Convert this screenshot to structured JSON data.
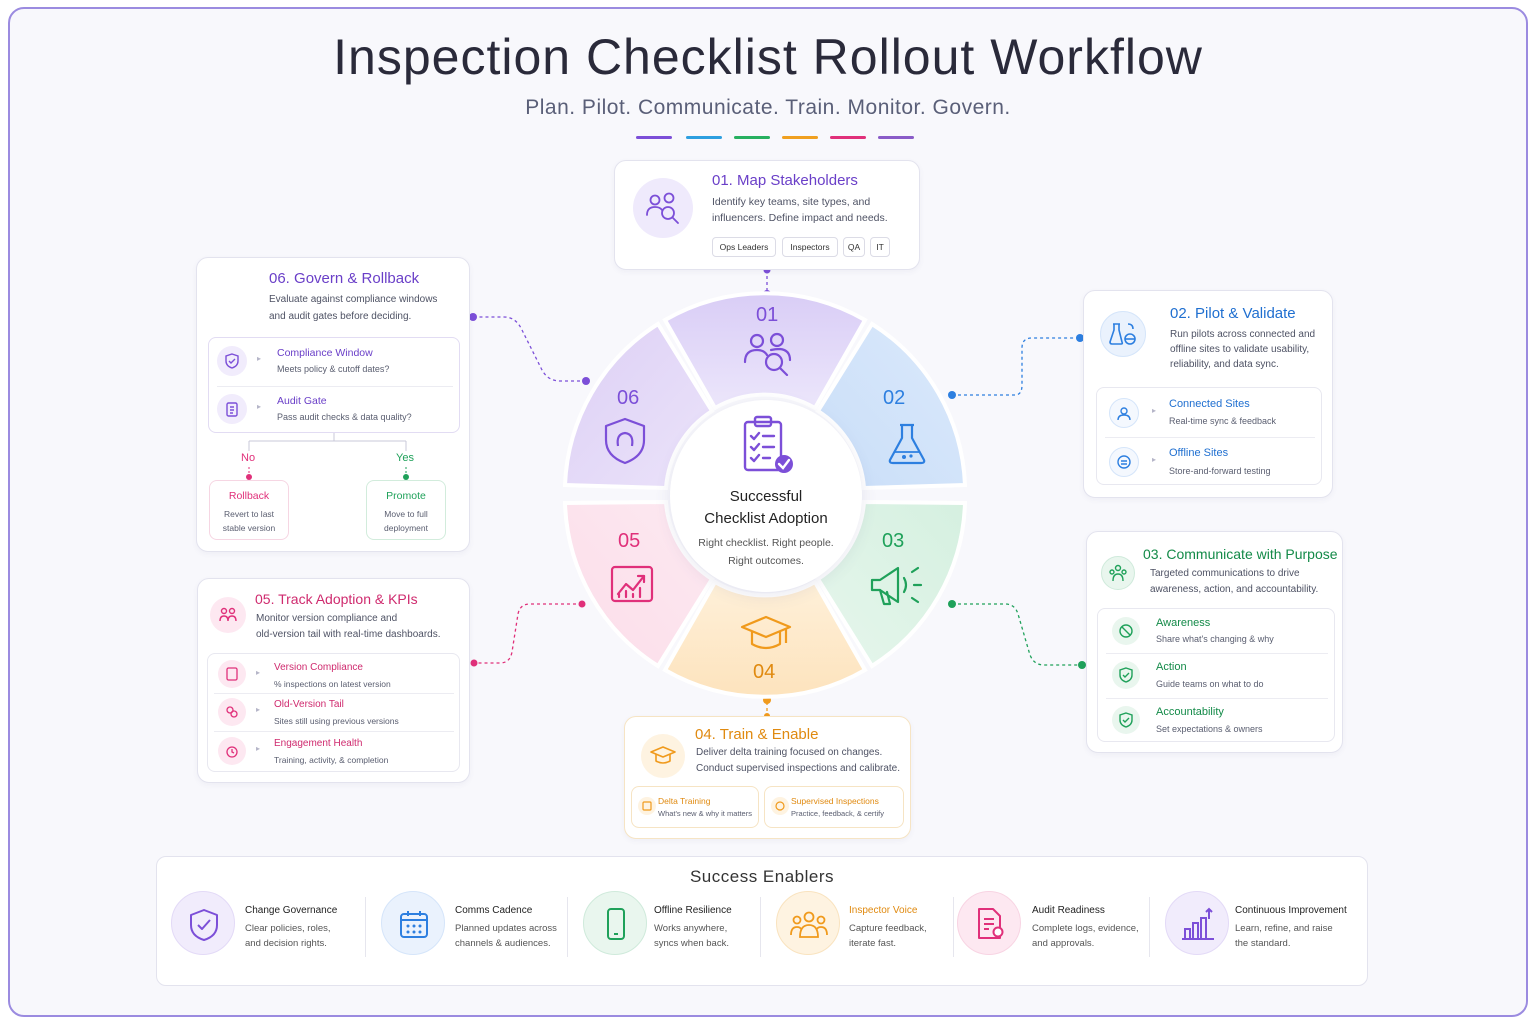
{
  "header": {
    "title": "Inspection Checklist Rollout Workflow",
    "subtitle": "Plan. Pilot. Communicate. Train. Monitor. Govern."
  },
  "colors": {
    "purple": "#7c4fd8",
    "blue": "#2d7fe0",
    "green": "#1fa15a",
    "orange": "#f09a1c",
    "pink": "#e0307a",
    "violet": "#8a5cc8"
  },
  "wheel": {
    "center_title_1": "Successful",
    "center_title_2": "Checklist Adoption",
    "center_desc_1": "Right checklist. Right people.",
    "center_desc_2": "Right outcomes.",
    "segments": [
      {
        "num": "01",
        "icon": "people-search-icon"
      },
      {
        "num": "02",
        "icon": "flask-icon"
      },
      {
        "num": "03",
        "icon": "megaphone-icon"
      },
      {
        "num": "04",
        "icon": "graduation-cap-icon"
      },
      {
        "num": "05",
        "icon": "chart-icon"
      },
      {
        "num": "06",
        "icon": "shield-icon"
      }
    ]
  },
  "step1": {
    "num": "01.",
    "title": "Map Stakeholders",
    "desc_1": "Identify key teams, site types, and",
    "desc_2": "influencers. Define impact and needs.",
    "tags": [
      "Ops Leaders",
      "Inspectors",
      "QA",
      "IT"
    ]
  },
  "step2": {
    "num": "02.",
    "title": "Pilot & Validate",
    "desc_1": "Run pilots across connected and",
    "desc_2": "offline sites to validate usability,",
    "desc_3": "reliability, and data sync.",
    "rows": [
      {
        "title": "Connected Sites",
        "desc": "Real-time sync & feedback"
      },
      {
        "title": "Offline Sites",
        "desc": "Store-and-forward testing"
      }
    ]
  },
  "step3": {
    "num": "03.",
    "title": "Communicate with Purpose",
    "desc_1": "Targeted communications to drive",
    "desc_2": "awareness, action, and accountability.",
    "rows": [
      {
        "title": "Awareness",
        "desc": "Share what's changing & why"
      },
      {
        "title": "Action",
        "desc": "Guide teams on what to do"
      },
      {
        "title": "Accountability",
        "desc": "Set expectations & owners"
      }
    ]
  },
  "step4": {
    "num": "04.",
    "title": "Train & Enable",
    "desc_1": "Deliver delta training focused on changes.",
    "desc_2": "Conduct supervised inspections and calibrate.",
    "rows": [
      {
        "title": "Delta Training",
        "desc": "What's new & why it matters"
      },
      {
        "title": "Supervised Inspections",
        "desc": "Practice, feedback, & certify"
      }
    ]
  },
  "step5": {
    "num": "05.",
    "title": "Track Adoption & KPIs",
    "desc_1": "Monitor version compliance and",
    "desc_2": "old-version tail with real-time dashboards.",
    "rows": [
      {
        "title": "Version Compliance",
        "desc": "% inspections on latest version"
      },
      {
        "title": "Old-Version Tail",
        "desc": "Sites still using previous versions"
      },
      {
        "title": "Engagement Health",
        "desc": "Training, activity, & completion"
      }
    ]
  },
  "step6": {
    "num": "06.",
    "title": "Govern & Rollback",
    "desc_1": "Evaluate against compliance windows",
    "desc_2": "and audit gates before deciding.",
    "rows": [
      {
        "title": "Compliance Window",
        "desc": "Meets policy & cutoff dates?"
      },
      {
        "title": "Audit Gate",
        "desc": "Pass audit checks & data quality?"
      }
    ],
    "no_label": "No",
    "yes_label": "Yes",
    "rollback_title": "Rollback",
    "rollback_desc_1": "Revert to last",
    "rollback_desc_2": "stable version",
    "promote_title": "Promote",
    "promote_desc_1": "Move to full",
    "promote_desc_2": "deployment"
  },
  "enablers": {
    "title": "Success Enablers",
    "items": [
      {
        "title": "Change Governance",
        "desc_1": "Clear policies, roles,",
        "desc_2": "and decision rights.",
        "icon": "shield-check-icon"
      },
      {
        "title": "Comms Cadence",
        "desc_1": "Planned updates across",
        "desc_2": "channels & audiences.",
        "icon": "calendar-icon"
      },
      {
        "title": "Offline Resilience",
        "desc_1": "Works anywhere,",
        "desc_2": "syncs when back.",
        "icon": "phone-icon"
      },
      {
        "title": "Inspector Voice",
        "desc_1": "Capture feedback,",
        "desc_2": "iterate fast.",
        "icon": "group-icon"
      },
      {
        "title": "Audit Readiness",
        "desc_1": "Complete logs, evidence,",
        "desc_2": "and approvals.",
        "icon": "audit-doc-icon"
      },
      {
        "title": "Continuous Improvement",
        "desc_1": "Learn, refine, and raise",
        "desc_2": "the standard.",
        "icon": "bar-growth-icon"
      }
    ]
  }
}
